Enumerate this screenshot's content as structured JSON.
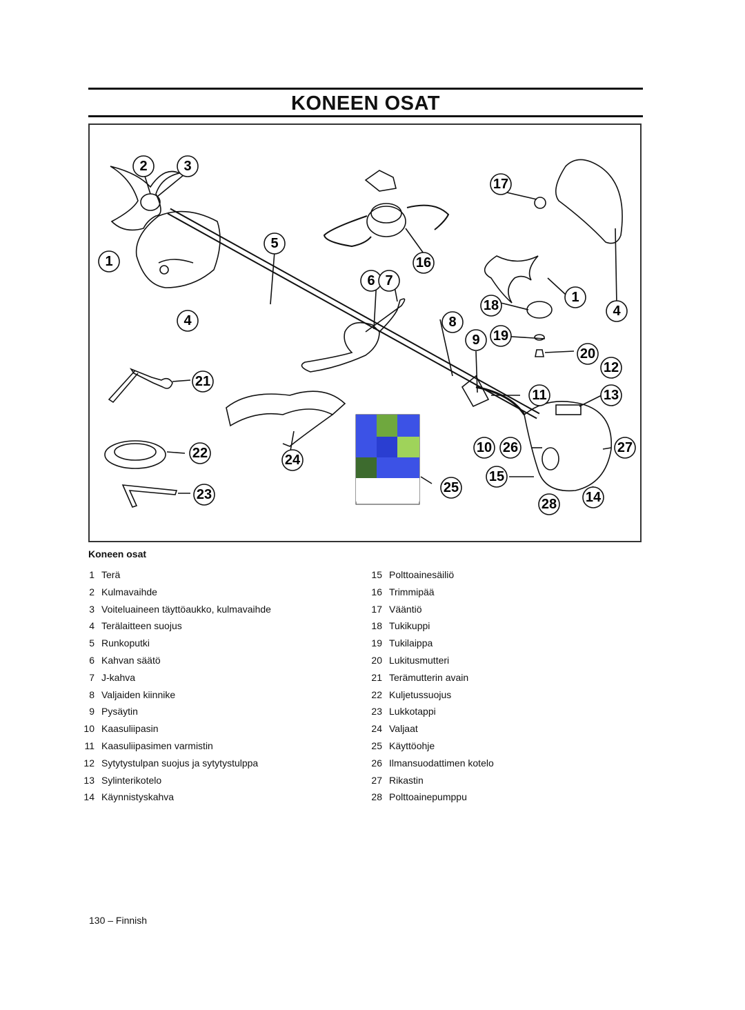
{
  "page": {
    "title": "KONEEN OSAT",
    "caption": "Koneen osat",
    "footer": "130 – Finnish"
  },
  "figure": {
    "callouts": [
      "2",
      "3",
      "17",
      "5",
      "1",
      "16",
      "6",
      "7",
      "1",
      "18",
      "4",
      "4",
      "8",
      "9",
      "19",
      "20",
      "12",
      "21",
      "11",
      "13",
      "22",
      "10",
      "26",
      "27",
      "24",
      "15",
      "23",
      "25",
      "28",
      "14"
    ]
  },
  "parts_left": [
    {
      "num": "1",
      "label": "Terä"
    },
    {
      "num": "2",
      "label": "Kulmavaihde"
    },
    {
      "num": "3",
      "label": "Voiteluaineen täyttöaukko, kulmavaihde"
    },
    {
      "num": "4",
      "label": "Terälaitteen suojus"
    },
    {
      "num": "5",
      "label": "Runkoputki"
    },
    {
      "num": "6",
      "label": "Kahvan säätö"
    },
    {
      "num": "7",
      "label": "J-kahva"
    },
    {
      "num": "8",
      "label": "Valjaiden kiinnike"
    },
    {
      "num": "9",
      "label": "Pysäytin"
    },
    {
      "num": "10",
      "label": "Kaasuliipasin"
    },
    {
      "num": "11",
      "label": "Kaasuliipasimen varmistin"
    },
    {
      "num": "12",
      "label": "Sytytystulpan suojus ja sytytystulppa"
    },
    {
      "num": "13",
      "label": "Sylinterikotelo"
    },
    {
      "num": "14",
      "label": "Käynnistyskahva"
    }
  ],
  "parts_right": [
    {
      "num": "15",
      "label": "Polttoainesäiliö"
    },
    {
      "num": "16",
      "label": "Trimmipää"
    },
    {
      "num": "17",
      "label": "Vääntiö"
    },
    {
      "num": "18",
      "label": "Tukikuppi"
    },
    {
      "num": "19",
      "label": "Tukilaippa"
    },
    {
      "num": "20",
      "label": "Lukitusmutteri"
    },
    {
      "num": "21",
      "label": "Terämutterin avain"
    },
    {
      "num": "22",
      "label": "Kuljetussuojus"
    },
    {
      "num": "23",
      "label": "Lukkotappi"
    },
    {
      "num": "24",
      "label": "Valjaat"
    },
    {
      "num": "25",
      "label": "Käyttöohje"
    },
    {
      "num": "26",
      "label": "Ilmansuodattimen kotelo"
    },
    {
      "num": "27",
      "label": "Rikastin"
    },
    {
      "num": "28",
      "label": "Polttoainepumppu"
    }
  ]
}
